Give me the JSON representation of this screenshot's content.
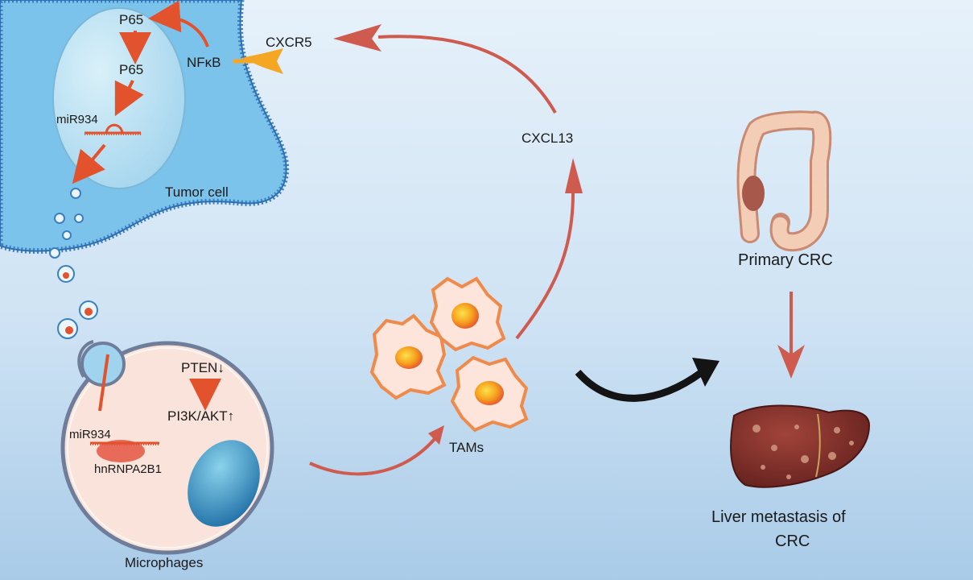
{
  "labels": {
    "p65_top": "P65",
    "p65_mid": "P65",
    "nfkb": "NFκB",
    "cxcr5": "CXCR5",
    "mir934_tumor": "miR934",
    "tumor_cell": "Tumor cell",
    "cxcl13": "CXCL13",
    "primary_crc": "Primary CRC",
    "pten": "PTEN↓",
    "pi3k_akt": "PI3K/AKT↑",
    "mir934_macro": "miR934",
    "hnrnpa2b1": "hnRNPA2B1",
    "tams": "TAMs",
    "microphages": "Microphages",
    "liver_line1": "Liver metastasis of",
    "liver_line2": "CRC"
  },
  "colors": {
    "background_top": "#dcecf8",
    "background_bottom": "#9fc3e3",
    "tumor_cytoplasm": "#7cc3ec",
    "membrane": "#3b7fc0",
    "nucleus": "#bfe4f5",
    "arrow_red": "#e2522c",
    "arrow_muted_red": "#cf5a4e",
    "receptor_orange": "#f5a623",
    "macrophage_fill": "#f9e3db",
    "macrophage_border": "#6e7d99",
    "tam_fill": "#fde5dc",
    "tam_border": "#f08a4b",
    "tam_nucleus": "#f7b21e",
    "liver": "#7a2e29",
    "colon": "#f3cdb5"
  }
}
